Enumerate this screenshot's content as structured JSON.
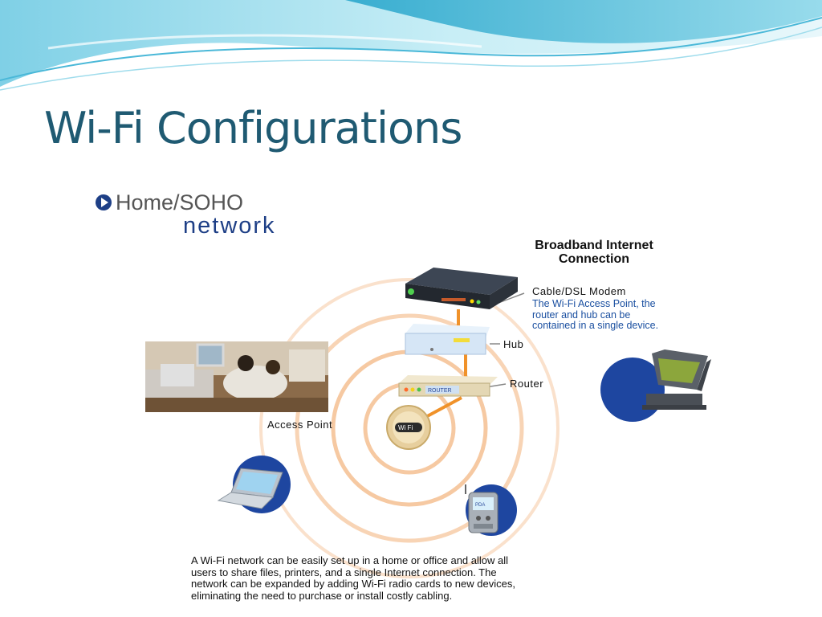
{
  "slide": {
    "title": "Wi-Fi Configurations"
  },
  "diagram": {
    "heading_main": "Home/SOHO",
    "heading_sub": "network",
    "broadband_lines": [
      "Broadband Internet",
      "Connection"
    ],
    "labels": {
      "modem": "Cable/DSL Modem",
      "hub": "Hub",
      "router": "Router",
      "access_point": "Access Point"
    },
    "device_texts": {
      "router_badge": "ROUTER",
      "ap_badge": "Wi Fi",
      "pda_badge": "PDA"
    },
    "note_lines": [
      "The Wi-Fi Access Point, the",
      "router and hub can be",
      "contained in a single device."
    ],
    "caption_lines": [
      "A Wi-Fi network can be easily set up in a home or office and allow all",
      "users to share files, printers, and a single Internet connection. The",
      "network can be expanded by adding Wi-Fi radio cards to new devices,",
      "eliminating the need to purchase or install costly cabling."
    ]
  },
  "colors": {
    "title": "#1f5a72",
    "banner_light": "#cfeef6",
    "banner_dark": "#1aa0c8",
    "cable_orange": "#f0922a",
    "ring_orange": "#f6c9a2",
    "note_blue": "#1a4fa0",
    "disc_blue": "#1e46a0"
  }
}
